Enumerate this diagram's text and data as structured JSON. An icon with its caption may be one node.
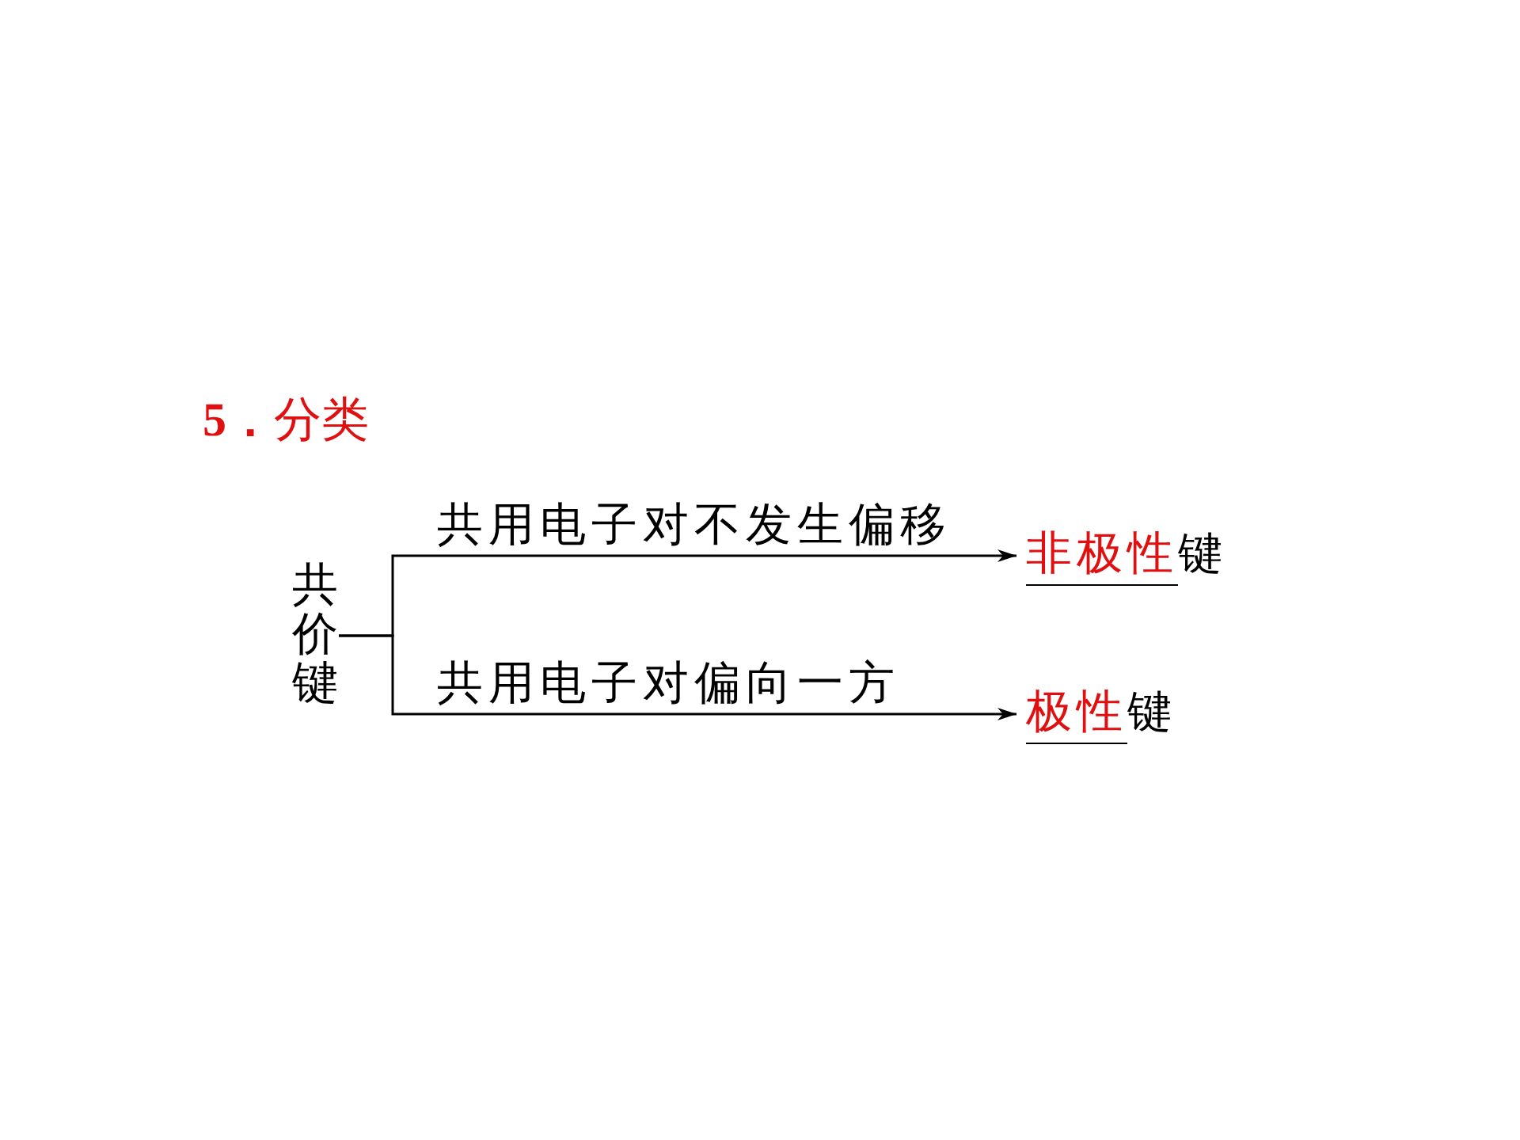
{
  "diagram": {
    "title": "**5．**分类",
    "nodes": [
      {
        "text": [
          "共价键"
        ]
      },
      {
        "text": [
          "非极性",
          "键"
        ]
      },
      {
        "text": [
          "极性",
          "键"
        ]
      }
    ],
    "edges": [
      {
        "from": 0,
        "to": 1,
        "arrow": "to",
        "label": "共用电子对不发生偏移"
      },
      {
        "from": 0,
        "to": 2,
        "arrow": "to",
        "label": "共用电子对偏向一方"
      }
    ]
  }
}
